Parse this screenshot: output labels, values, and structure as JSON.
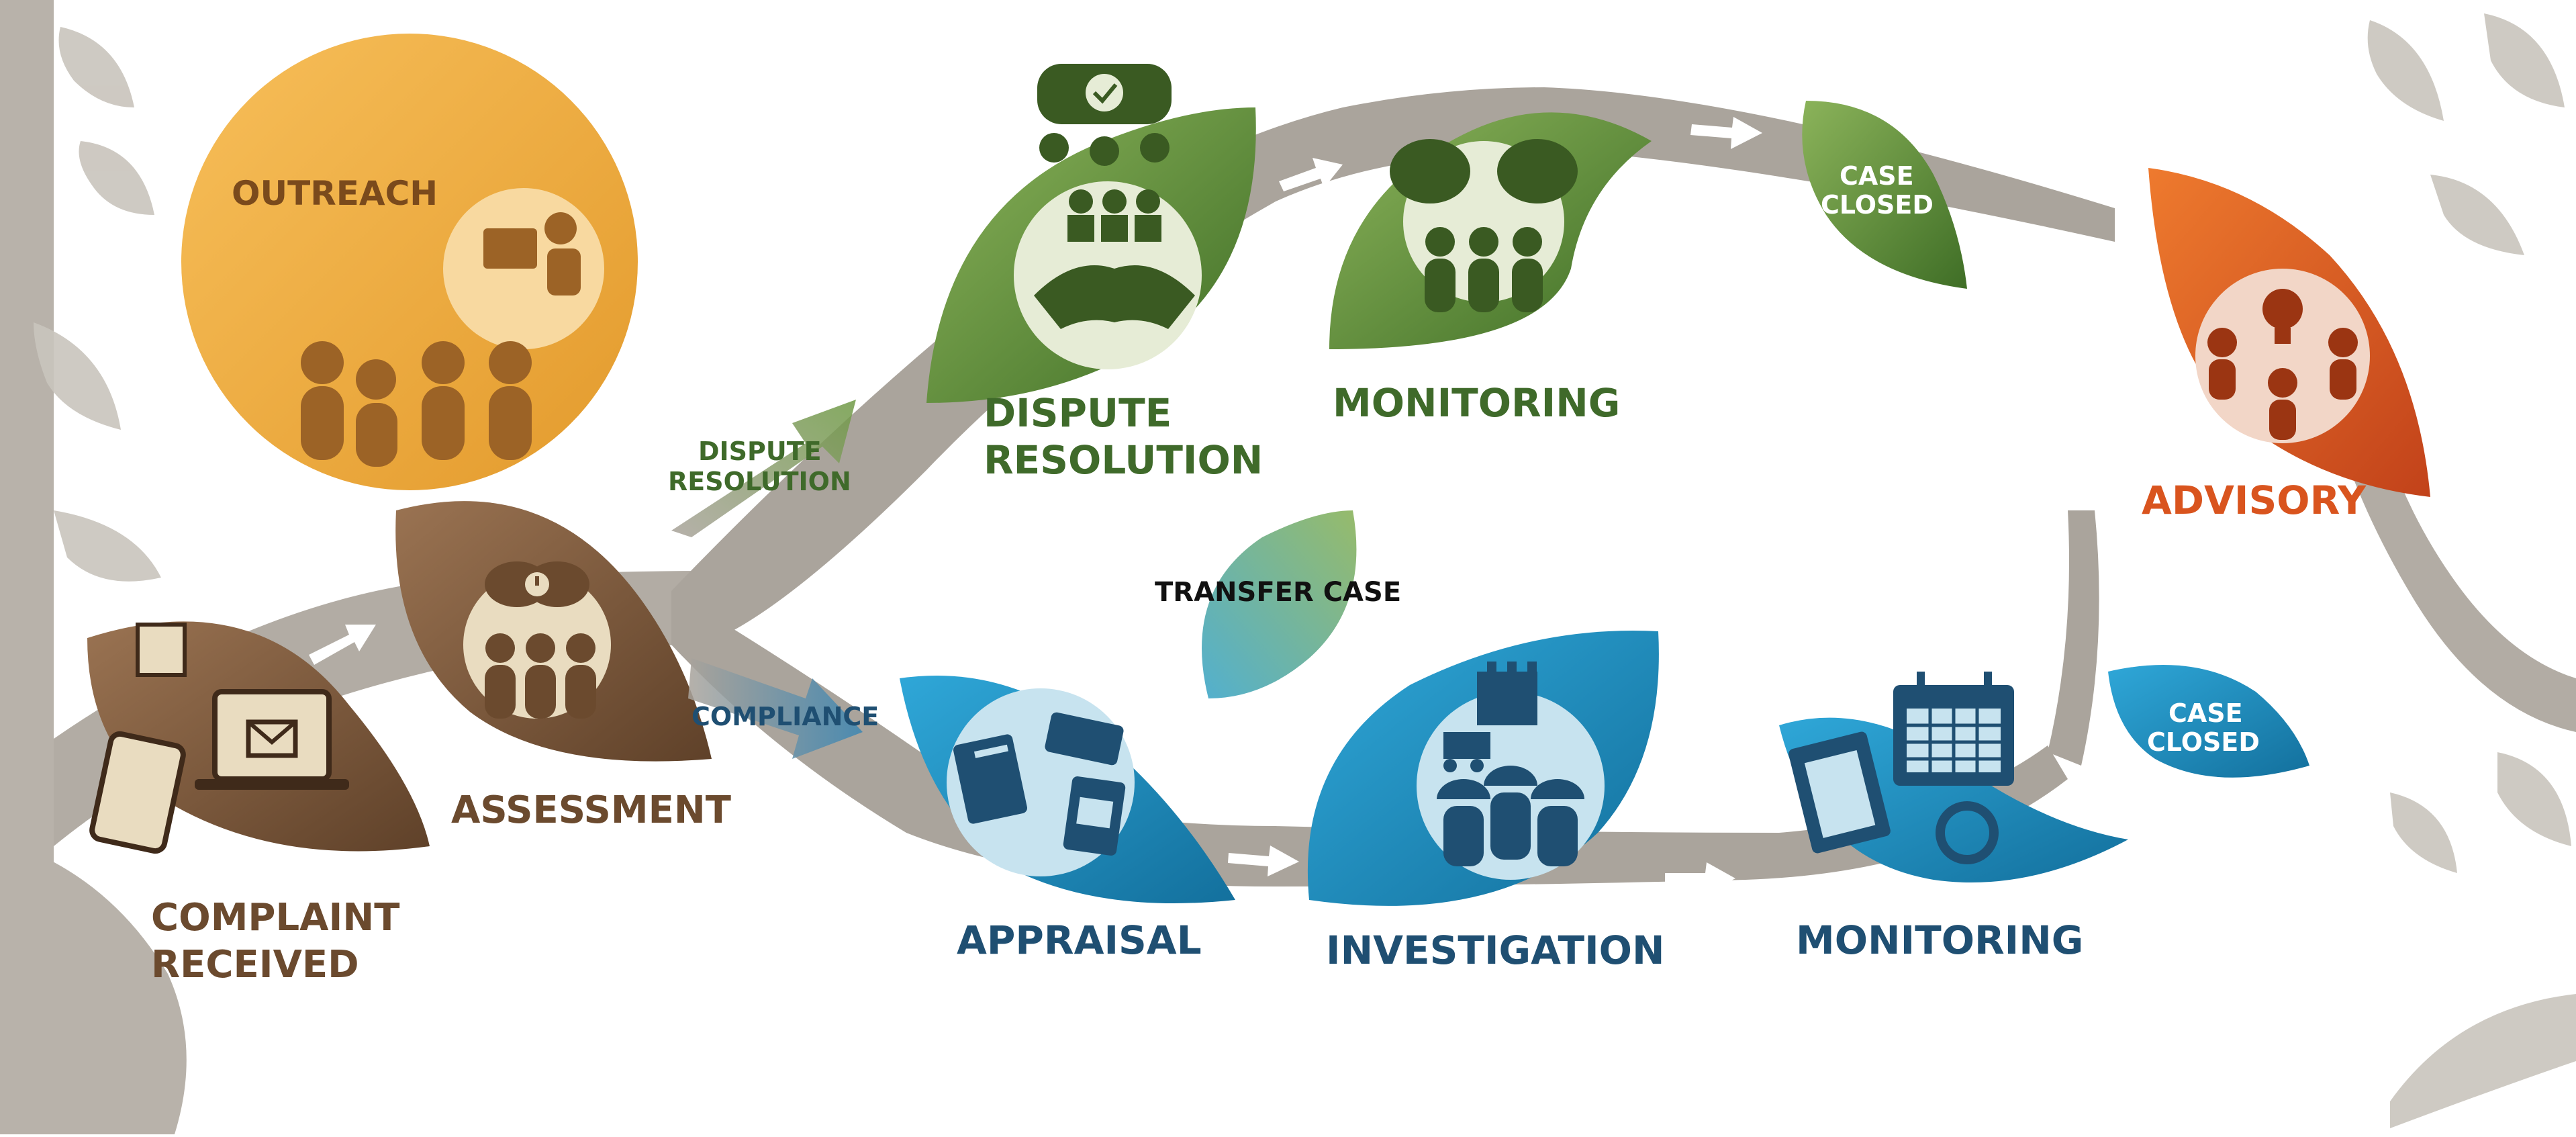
{
  "stages": {
    "outreach": "OUTREACH",
    "complaint_received": [
      "COMPLAINT",
      "RECEIVED"
    ],
    "assessment": "ASSESSMENT",
    "dispute_resolution": [
      "DISPUTE",
      "RESOLUTION"
    ],
    "monitoring_dr": "MONITORING",
    "case_closed_dr": [
      "CASE",
      "CLOSED"
    ],
    "advisory": "ADVISORY",
    "appraisal": "APPRAISAL",
    "investigation": "INVESTIGATION",
    "monitoring_c": "MONITORING",
    "case_closed_c": [
      "CASE",
      "CLOSED"
    ]
  },
  "branch_labels": {
    "dispute_resolution": [
      "DISPUTE",
      "RESOLUTION"
    ],
    "compliance": "COMPLIANCE",
    "transfer_case": "TRANSFER CASE"
  },
  "colors": {
    "brown": "#6b4a2e",
    "brown_leaf": "#7c5a3d",
    "cream": "#e9dcc0",
    "orange": "#f5b040",
    "orange_dark": "#e09a2c",
    "green": "#4f7d32",
    "green_text": "#3f6a2a",
    "green_light": "#8bb35a",
    "blue": "#1d8fc3",
    "blue_text": "#1f4f72",
    "blue_light": "#4fb5de",
    "red": "#d9541e",
    "branch": "#a9a39b",
    "trunk": "#b8b2aa",
    "white": "#ffffff",
    "black": "#111111"
  },
  "icons": [
    "devices-icon",
    "speech-bubbles-icon",
    "handshake-icon",
    "checklist-bubbles-icon",
    "lightbulb-cycle-icon",
    "documents-icon",
    "factory-workers-icon",
    "calendar-clipboard-icon",
    "people-presentation-icon",
    "arrow-icon",
    "leaf-icon"
  ]
}
